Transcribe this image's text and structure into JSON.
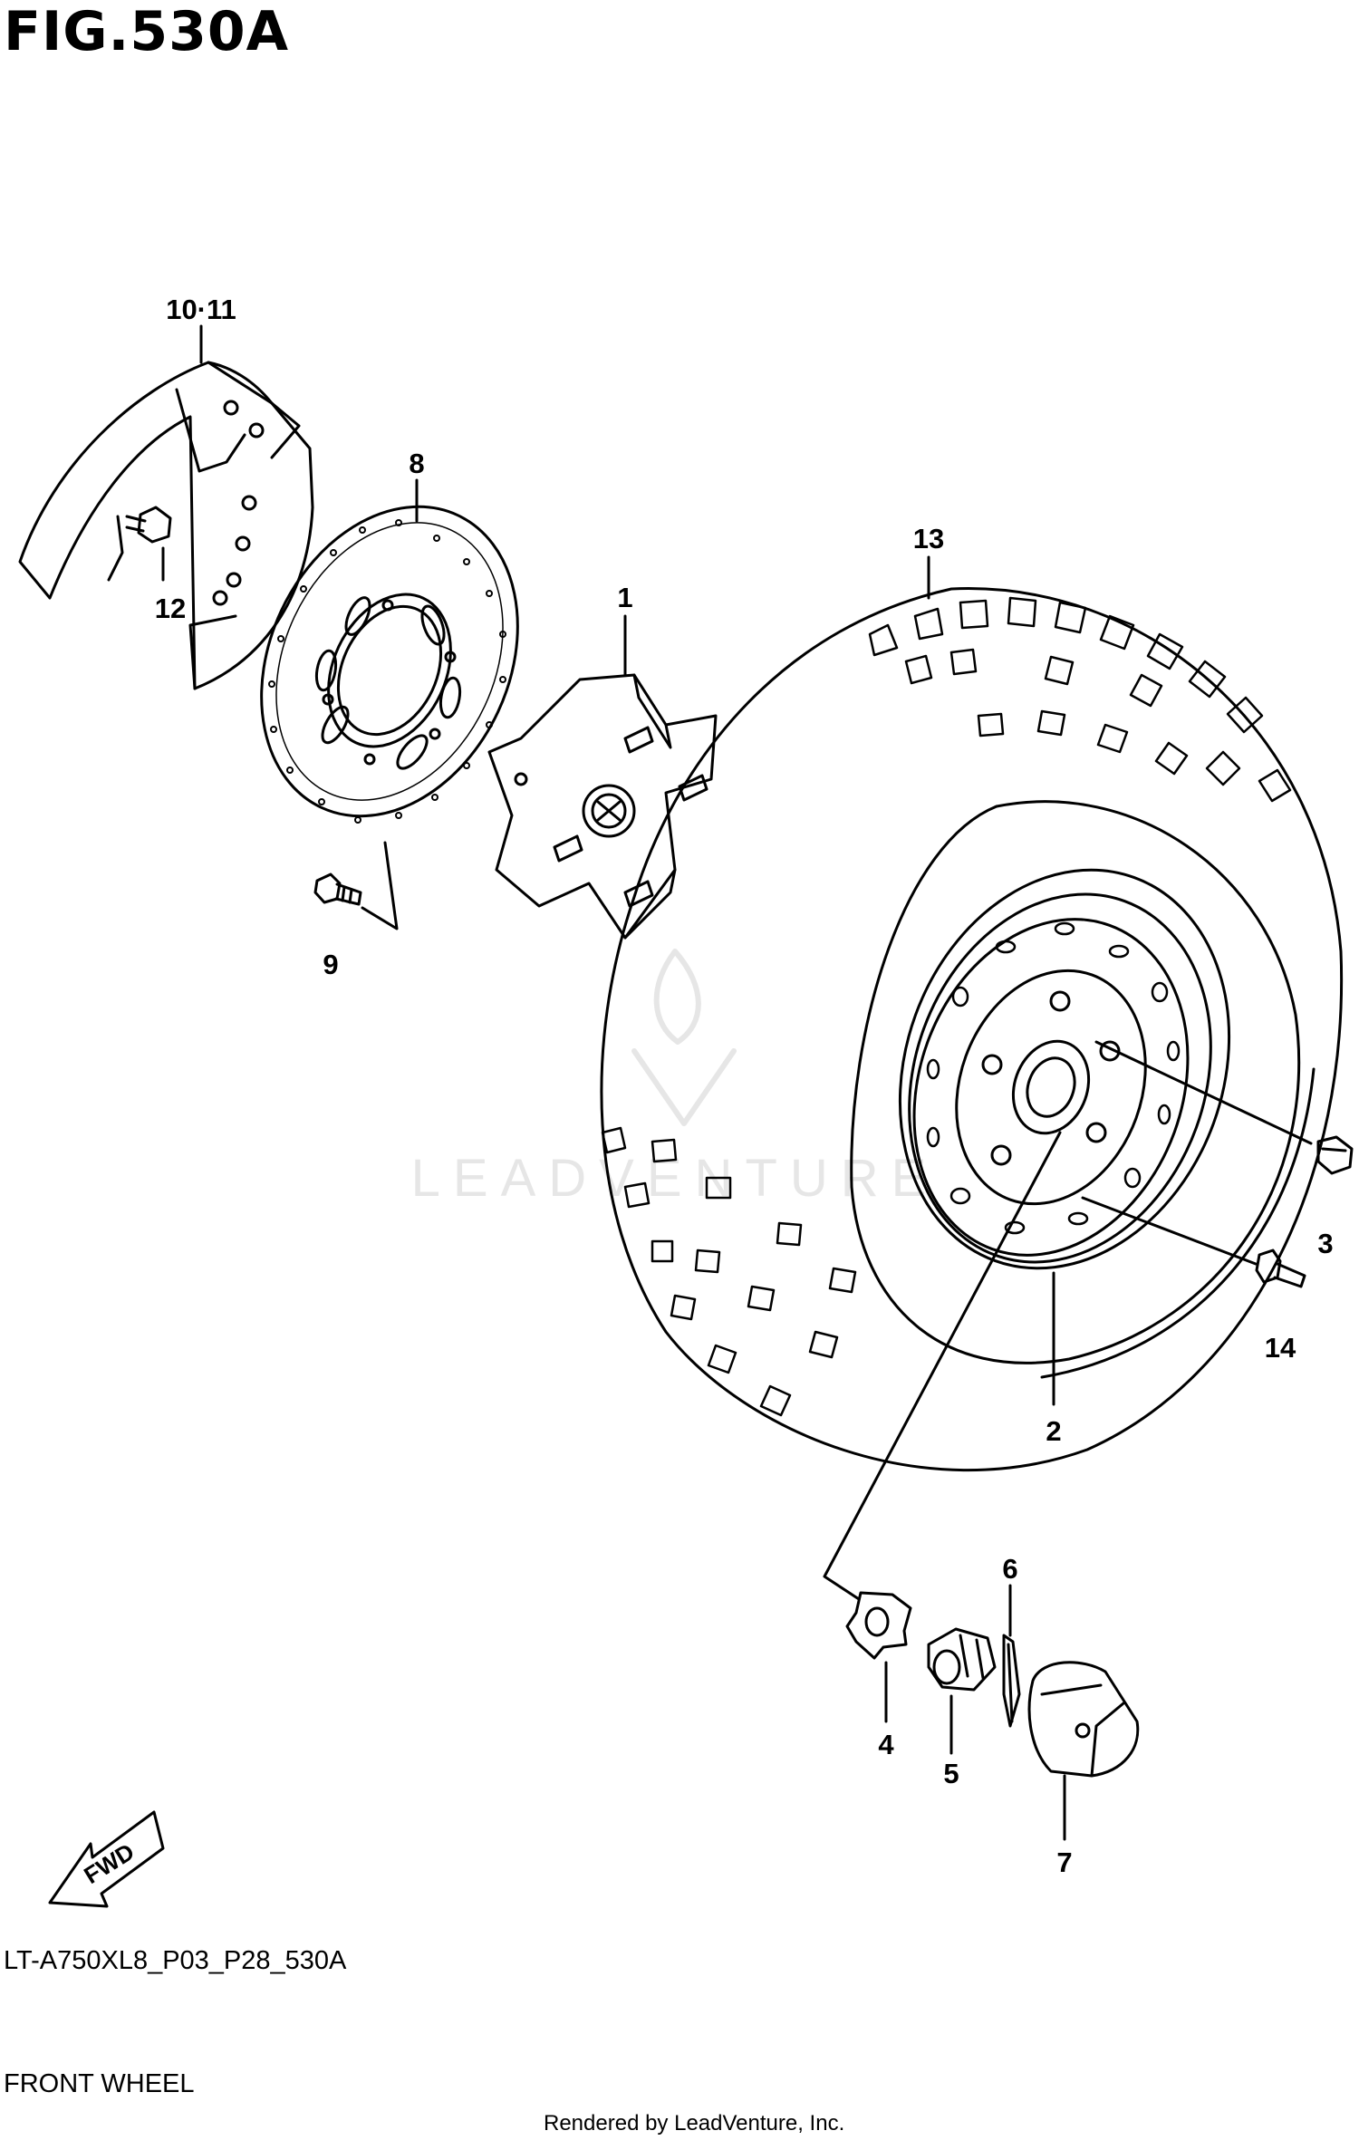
{
  "figure": {
    "title": "FIG.530A",
    "code": "LT-A750XL8_P03_P28_530A",
    "name": "FRONT WHEEL",
    "rendered_by": "Rendered by LeadVenture, Inc.",
    "watermark": "LEADVENTURE",
    "direction_label": "FWD"
  },
  "callouts": {
    "c1": "1",
    "c2": "2",
    "c3": "3",
    "c4": "4",
    "c5": "5",
    "c6": "6",
    "c7": "7",
    "c8": "8",
    "c9": "9",
    "c10_11": "10·11",
    "c12": "12",
    "c13": "13",
    "c14": "14"
  }
}
